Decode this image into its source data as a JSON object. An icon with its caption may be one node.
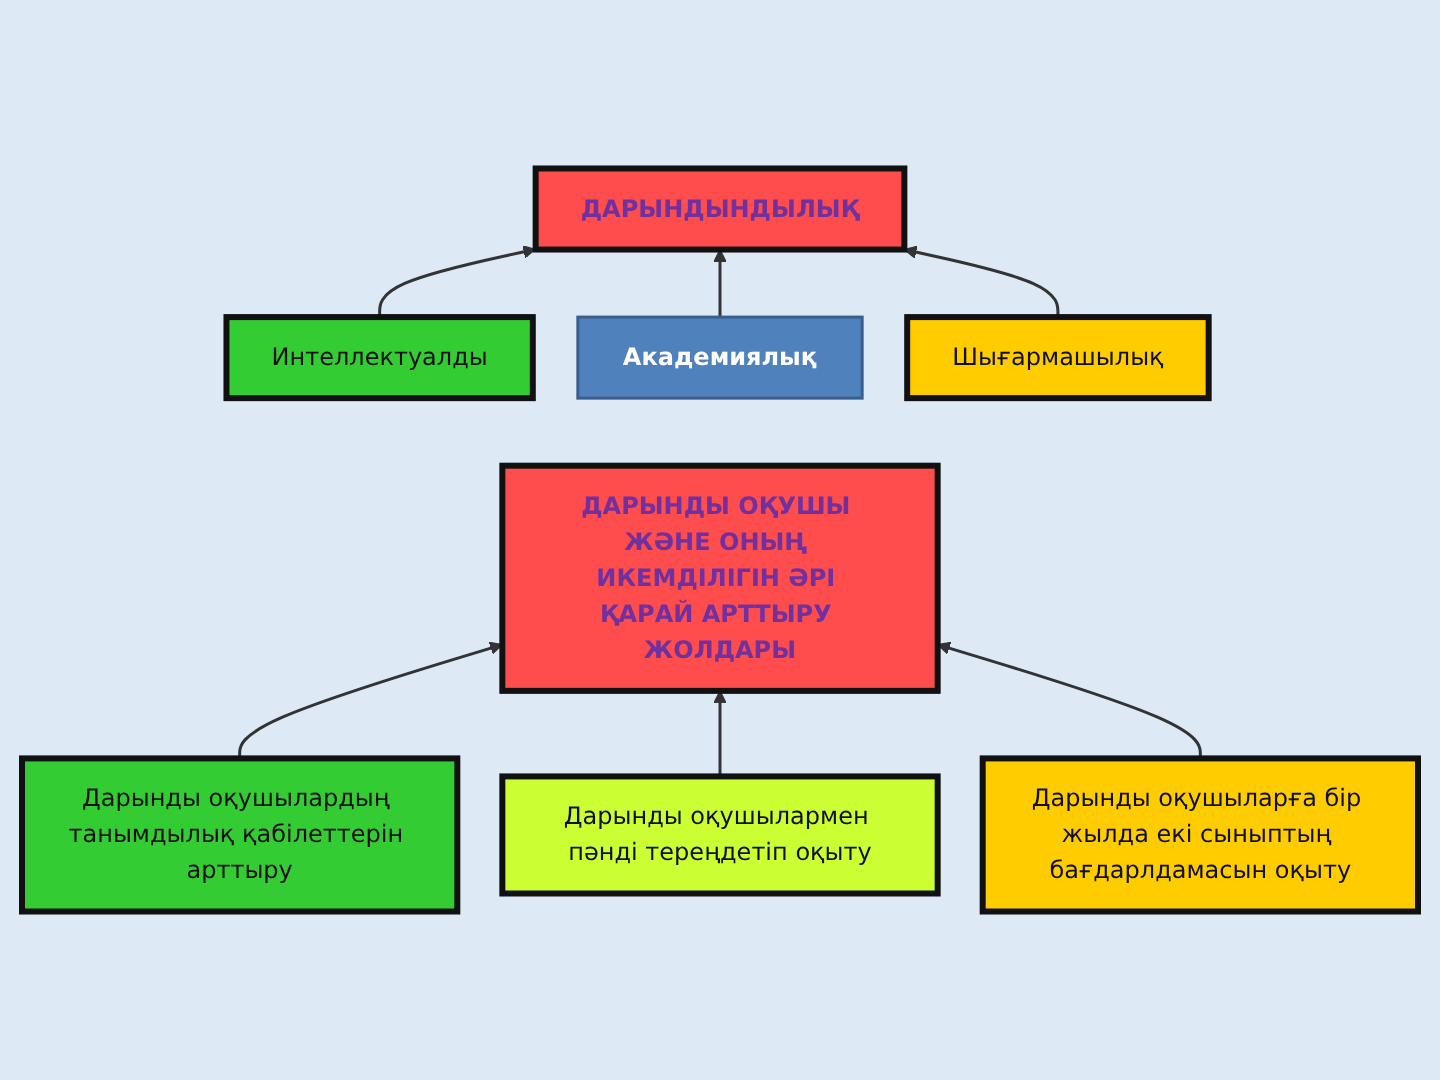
{
  "diagram": {
    "nodes": [
      {
        "text": [
          "ДАРЫНДЫНДЫЛЫҚ"
        ]
      },
      {
        "text": [
          "Интеллектуалды"
        ]
      },
      {
        "text": [
          "Академиялық"
        ]
      },
      {
        "text": [
          "Шығармашылық"
        ]
      },
      {
        "text": [
          "ДАРЫНДЫ ОҚУШЫ ЖӘНЕ ОНЫҢ ИКЕМДІЛІГІН ӘРІ ҚАРАЙ АРТТЫРУ ЖОЛДАРЫ"
        ]
      },
      {
        "text": [
          "Дарынды оқушылардың танымдылық қабілеттерін арттыру"
        ]
      },
      {
        "text": [
          "Дарынды оқушылармен пәнді тереңдетіп оқыту"
        ]
      },
      {
        "text": [
          "Дарынды оқушыларға бір жылда екі сыныптың бағдарлдамасын оқыту"
        ]
      }
    ],
    "edges": [
      {
        "from": 1,
        "to": 0,
        "arrow": "to"
      },
      {
        "from": 2,
        "to": 0,
        "arrow": "to"
      },
      {
        "from": 3,
        "to": 0,
        "arrow": "to"
      },
      {
        "from": 5,
        "to": 4,
        "arrow": "to"
      },
      {
        "from": 6,
        "to": 4,
        "arrow": "to"
      },
      {
        "from": 7,
        "to": 4,
        "arrow": "to"
      }
    ]
  }
}
